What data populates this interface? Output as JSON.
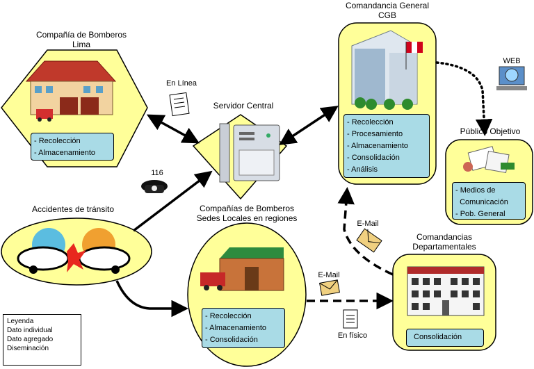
{
  "nodes": {
    "bomberos_lima": {
      "title": "Compañía de Bomberos\nLima",
      "items": [
        "- Recolección",
        "- Almacenamiento"
      ]
    },
    "servidor": {
      "title": "Servidor Central"
    },
    "cgb": {
      "title": "Comandancia General\nCGB",
      "items": [
        "- Recolección",
        "- Procesamiento",
        "- Almacenamiento",
        "- Consolidación",
        "- Análisis"
      ]
    },
    "publico": {
      "title": "Público Objetivo",
      "items": [
        "- Medios de\n  Comunicación",
        "- Pob. General"
      ]
    },
    "accidentes": {
      "title": "Accidentes de tránsito"
    },
    "sedes": {
      "title": "Compañías de Bomberos\nSedes Locales en regiones",
      "items": [
        "- Recolección",
        "- Almacenamiento",
        "- Consolidación"
      ]
    },
    "departamentales": {
      "title": "Comandancias\nDepartamentales",
      "items": [
        "Consolidación"
      ]
    }
  },
  "edge_labels": {
    "en_linea": "En Línea",
    "phone": "116",
    "web": "WEB",
    "email_1": "E-Mail",
    "email_2": "E-Mail",
    "en_fisico": "En físico"
  },
  "legend": {
    "title": "Leyenda",
    "rows": [
      "Dato individual",
      "Dato agregado",
      "Diseminación"
    ]
  },
  "colors": {
    "node_fill": "#ffff99",
    "box_fill": "#a9dbe6"
  }
}
